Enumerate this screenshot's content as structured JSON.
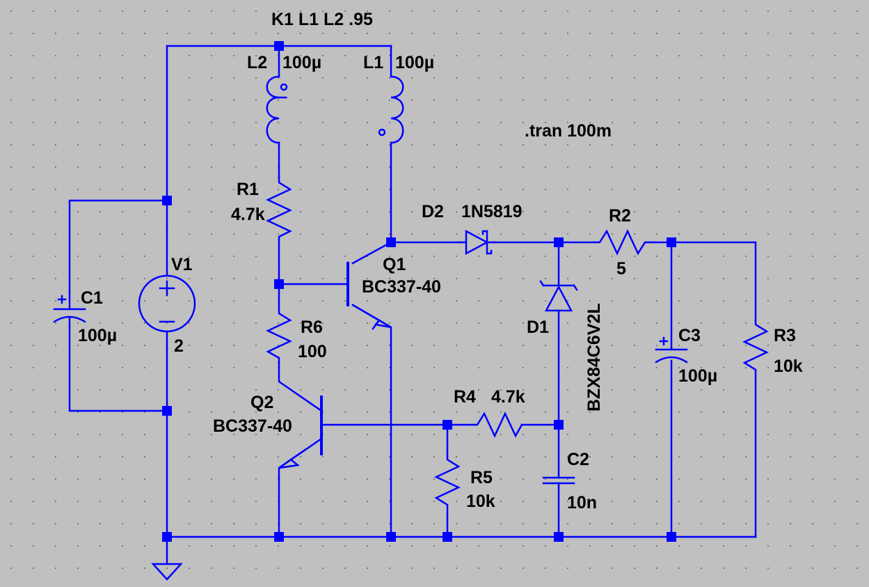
{
  "directives": {
    "coupling": "K1 L1 L2 .95",
    "tran": ".tran 100m"
  },
  "components": {
    "L2": {
      "name": "L2",
      "value": "100µ"
    },
    "L1": {
      "name": "L1",
      "value": "100µ"
    },
    "R1": {
      "name": "R1",
      "value": "4.7k"
    },
    "D2": {
      "name": "D2",
      "value": "1N5819"
    },
    "R2": {
      "name": "R2",
      "value": "5"
    },
    "V1": {
      "name": "V1",
      "value": "2"
    },
    "C1": {
      "name": "C1",
      "value": "100µ"
    },
    "Q1": {
      "name": "Q1",
      "value": "BC337-40"
    },
    "R6": {
      "name": "R6",
      "value": "100"
    },
    "D1": {
      "name": "D1",
      "value": "BZX84C6V2L"
    },
    "C3": {
      "name": "C3",
      "value": "100µ"
    },
    "R3": {
      "name": "R3",
      "value": "10k"
    },
    "Q2": {
      "name": "Q2",
      "value": "BC337-40"
    },
    "R4": {
      "name": "R4",
      "value": "4.7k"
    },
    "R5": {
      "name": "R5",
      "value": "10k"
    },
    "C2": {
      "name": "C2",
      "value": "10n"
    }
  },
  "colors": {
    "wire": "#0000ff",
    "background": "#c0c0c0",
    "text": "#000000"
  }
}
